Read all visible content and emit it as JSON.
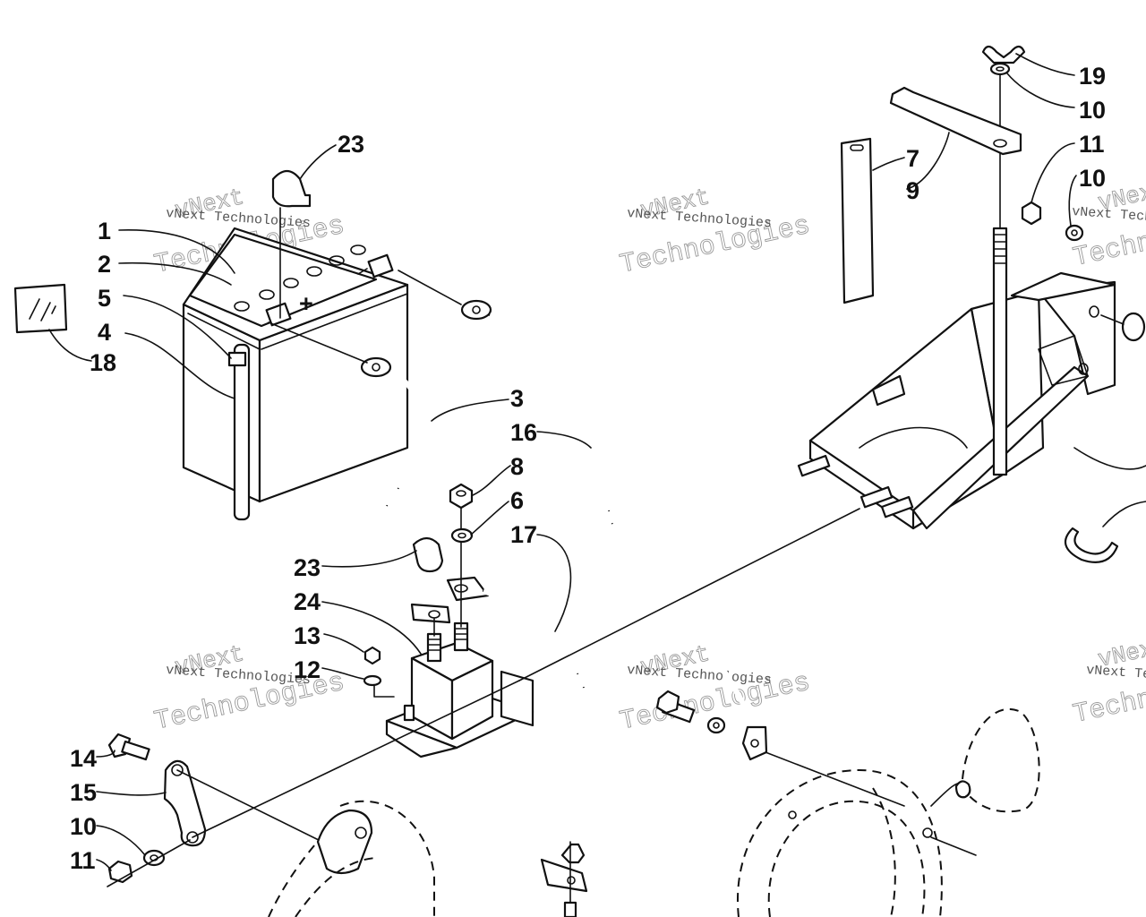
{
  "callouts": [
    {
      "id": "c1",
      "label": "1"
    },
    {
      "id": "c2",
      "label": "2"
    },
    {
      "id": "c5",
      "label": "5"
    },
    {
      "id": "c4",
      "label": "4"
    },
    {
      "id": "c18",
      "label": "18"
    },
    {
      "id": "c23a",
      "label": "23"
    },
    {
      "id": "c3",
      "label": "3"
    },
    {
      "id": "c16",
      "label": "16"
    },
    {
      "id": "c8",
      "label": "8"
    },
    {
      "id": "c6",
      "label": "6"
    },
    {
      "id": "c17",
      "label": "17"
    },
    {
      "id": "c23b",
      "label": "23"
    },
    {
      "id": "c24",
      "label": "24"
    },
    {
      "id": "c13",
      "label": "13"
    },
    {
      "id": "c12",
      "label": "12"
    },
    {
      "id": "c14",
      "label": "14"
    },
    {
      "id": "c15",
      "label": "15"
    },
    {
      "id": "c10a",
      "label": "10"
    },
    {
      "id": "c11a",
      "label": "11"
    },
    {
      "id": "c19",
      "label": "19"
    },
    {
      "id": "c10b",
      "label": "10"
    },
    {
      "id": "c7",
      "label": "7"
    },
    {
      "id": "c9",
      "label": "9"
    },
    {
      "id": "c11b",
      "label": "11"
    },
    {
      "id": "c10c",
      "label": "10"
    }
  ],
  "battery": {
    "plus_sign": "+"
  },
  "watermark": {
    "brand": "vNext",
    "word": "Technologies",
    "full": "vNext Technologies"
  }
}
